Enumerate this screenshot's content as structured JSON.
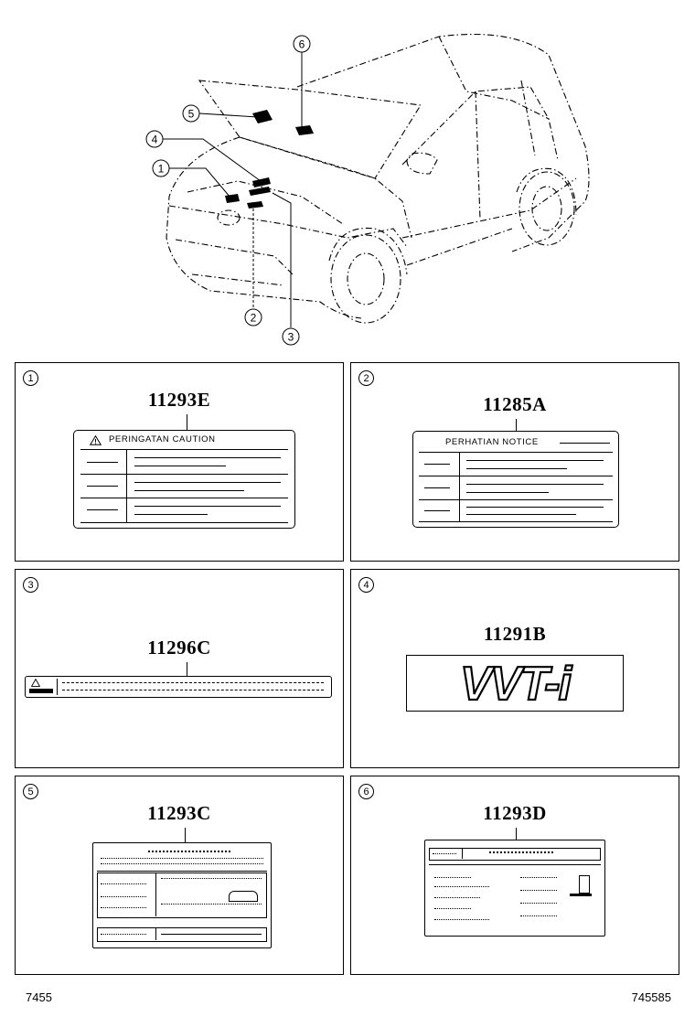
{
  "diagram": {
    "callouts": [
      "1",
      "2",
      "3",
      "4",
      "5",
      "6"
    ]
  },
  "panels": [
    {
      "num": "1",
      "part": "11293E",
      "label_text": "PERINGATAN  CAUTION"
    },
    {
      "num": "2",
      "part": "11285A",
      "label_text": "PERHATIAN  NOTICE"
    },
    {
      "num": "3",
      "part": "11296C"
    },
    {
      "num": "4",
      "part": "11291B",
      "emblem_text": "VVT-i"
    },
    {
      "num": "5",
      "part": "11293C"
    },
    {
      "num": "6",
      "part": "11293D"
    }
  ],
  "footer": {
    "left": "7455",
    "right": "745585"
  }
}
